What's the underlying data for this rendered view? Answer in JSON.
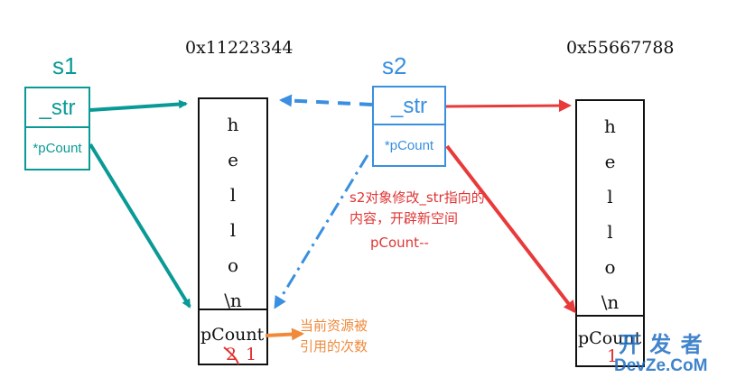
{
  "addresses": {
    "left": "0x11223344",
    "right": "0x55667788"
  },
  "s1": {
    "name": "s1",
    "str_field": "_str",
    "count_field": "*pCount"
  },
  "s2": {
    "name": "s2",
    "str_field": "_str",
    "count_field": "*pCount"
  },
  "left_block": {
    "chars": [
      "h",
      "e",
      "l",
      "l",
      "o",
      "\\n"
    ],
    "count_label": "pCount",
    "old_count": "2",
    "new_count": "1"
  },
  "right_block": {
    "chars": [
      "h",
      "e",
      "l",
      "l",
      "o",
      "\\n"
    ],
    "count_label": "pCount",
    "count": "1"
  },
  "annotations": {
    "modify_line1": "s2对象修改_str指向的",
    "modify_line2": "内容，开辟新空间",
    "modify_line3": "pCount--",
    "count_line1": "当前资源被",
    "count_line2": "引用的次数"
  },
  "watermark": {
    "line1": "开 发 者",
    "line2": "DevZe.CoM"
  },
  "colors": {
    "teal": "#0a9a96",
    "blue": "#3a8fe0",
    "red": "#e83a3a",
    "orange": "#f08a3a"
  }
}
